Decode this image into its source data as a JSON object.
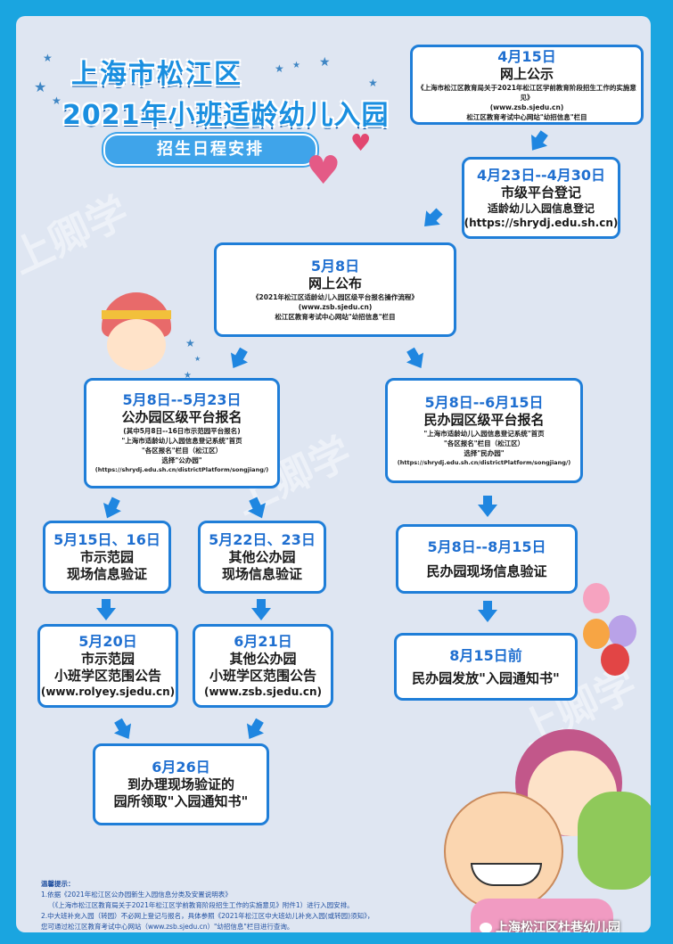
{
  "header": {
    "title_line1": "上海市松江区",
    "title_line2": "2021年小班适龄幼儿入园",
    "subtitle": "招生日程安排"
  },
  "steps": {
    "s1": {
      "date": "4月15日",
      "title": "网上公示",
      "line1": "《上海市松江区教育局关于2021年松江区学前教育阶段招生工作的实施意见》",
      "line2": "(www.zsb.sjedu.cn)",
      "line3": "松江区教育考试中心网站\"幼招信息\"栏目"
    },
    "s2": {
      "date": "4月23日--4月30日",
      "title": "市级平台登记",
      "line1": "适龄幼儿入园信息登记",
      "line2": "(https://shrydj.edu.sh.cn)"
    },
    "s3": {
      "date": "5月8日",
      "title": "网上公布",
      "line1": "《2021年松江区适龄幼儿入园区级平台报名操作流程》",
      "line2": "(www.zsb.sjedu.cn)",
      "line3": "松江区教育考试中心网站\"幼招信息\"栏目"
    },
    "s4": {
      "date": "5月8日--5月23日",
      "title": "公办园区级平台报名",
      "line1": "(其中5月8日--16日市示范园平台报名)",
      "line2": "\"上海市适龄幼儿入园信息登记系统\"首页",
      "line3": "\"各区报名\"栏目（松江区）",
      "line4": "选择\"公办园\"",
      "line5": "(https://shrydj.edu.sh.cn/districtPlatform/songjiang/)"
    },
    "s5": {
      "date": "5月8日--6月15日",
      "title": "民办园区级平台报名",
      "line1": "\"上海市适龄幼儿入园信息登记系统\"首页",
      "line2": "\"各区报名\"栏目（松江区）",
      "line3": "选择\"民办园\"",
      "line4": "(https://shrydj.edu.sh.cn/districtPlatform/songjiang/)"
    },
    "s6": {
      "date": "5月15日、16日",
      "line1": "市示范园",
      "line2": "现场信息验证"
    },
    "s7": {
      "date": "5月22日、23日",
      "line1": "其他公办园",
      "line2": "现场信息验证"
    },
    "s8": {
      "date": "5月8日--8月15日",
      "line1": "民办园现场信息验证"
    },
    "s9": {
      "date": "5月20日",
      "line1": "市示范园",
      "line2": "小班学区范围公告",
      "line3": "(www.rolyey.sjedu.cn)"
    },
    "s10": {
      "date": "6月21日",
      "line1": "其他公办园",
      "line2": "小班学区范围公告",
      "line3": "(www.zsb.sjedu.cn)"
    },
    "s11": {
      "date": "8月15日前",
      "line1": "民办园发放\"入园通知书\""
    },
    "s12": {
      "date": "6月26日",
      "line1": "到办理现场验证的",
      "line2": "园所领取\"入园通知书\""
    }
  },
  "notes": {
    "heading": "温馨提示：",
    "n1": "1.依据《2021年松江区公办园新生入园信息分类及安置说明表》",
    "n1b": "（《上海市松江区教育局关于2021年松江区学前教育阶段招生工作的实施意见》附件1）进行入园安排。",
    "n2": "2.中大班补充入园（转园）不必网上登记与报名，具体参照《2021年松江区中大班幼儿补充入园(或转园)须知》，",
    "n3": "您可通过松江区教育考试中心网站（www.zsb.sjedu.cn）\"幼招信息\"栏目进行查询。"
  },
  "footer": {
    "source": "上海松江区杜巷幼儿园"
  },
  "watermark": "上卿学",
  "colors": {
    "frame_border": "#1aa5e0",
    "box_border": "#1f7ed8",
    "date_text": "#1f6fd0"
  }
}
